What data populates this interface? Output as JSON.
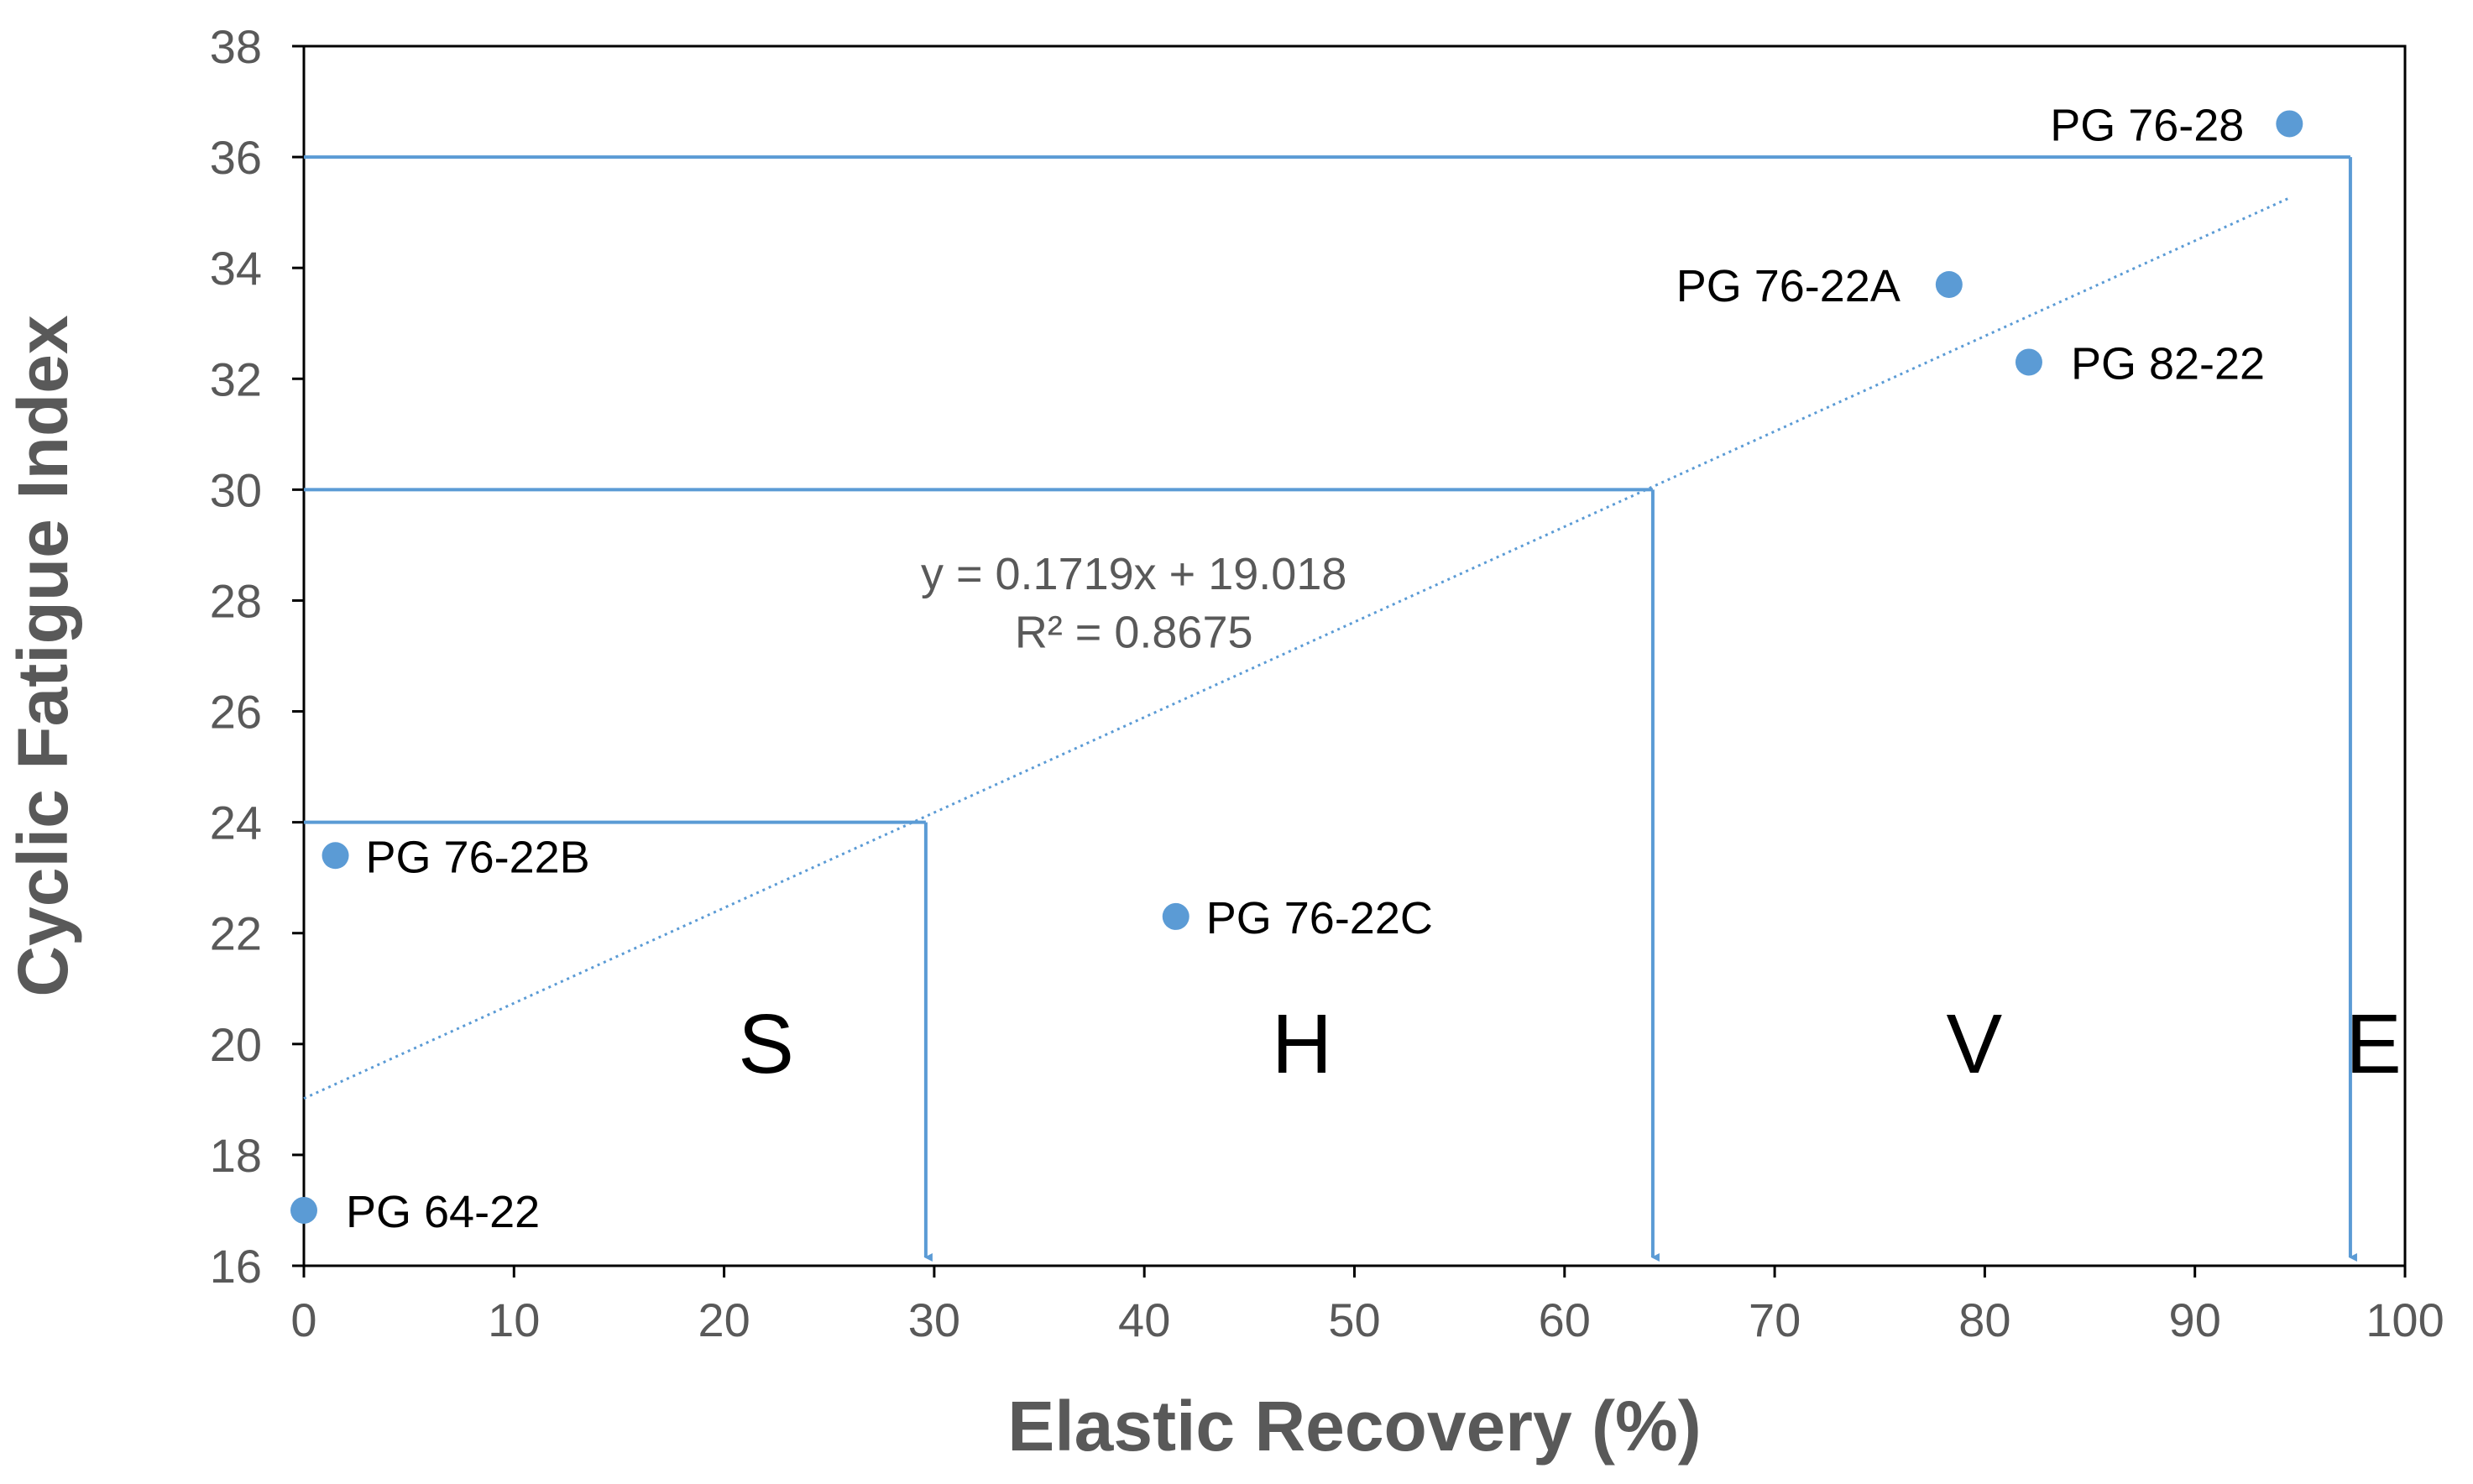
{
  "chart_data": {
    "type": "scatter",
    "xlabel": "Elastic Recovery (%)",
    "ylabel": "Cyclic Fatigue Index",
    "xlim": [
      0,
      100
    ],
    "ylim": [
      16,
      38
    ],
    "x_ticks": [
      0,
      10,
      20,
      30,
      40,
      50,
      60,
      70,
      80,
      90,
      100
    ],
    "y_ticks": [
      16,
      18,
      20,
      22,
      24,
      26,
      28,
      30,
      32,
      34,
      36,
      38
    ],
    "grid": false,
    "legend": "none",
    "marker_color": "#5B9BD5",
    "series": [
      {
        "points": [
          {
            "label": "PG 64-22",
            "x": 0,
            "y": 17.0
          },
          {
            "label": "PG 76-22B",
            "x": 1.5,
            "y": 23.4
          },
          {
            "label": "PG 76-22C",
            "x": 41.5,
            "y": 22.3
          },
          {
            "label": "PG 76-22A",
            "x": 78.3,
            "y": 33.7
          },
          {
            "label": "PG 82-22",
            "x": 82.1,
            "y": 32.3
          },
          {
            "label": "PG 76-28",
            "x": 94.5,
            "y": 36.6
          }
        ]
      }
    ],
    "trendline": {
      "slope": 0.1719,
      "intercept": 19.018,
      "x_range": [
        0,
        94.5
      ],
      "equation_text": "y = 0.1719x + 19.018",
      "r2_text": "R² = 0.8675"
    },
    "thresholds": [
      {
        "y": 24,
        "x": 29.6
      },
      {
        "y": 30,
        "x": 64.2
      },
      {
        "y": 36,
        "x": 97.4
      }
    ],
    "zones": [
      {
        "label": "S",
        "x_center": 22,
        "y": 20
      },
      {
        "label": "H",
        "x_center": 47.5,
        "y": 20
      },
      {
        "label": "V",
        "x_center": 79.5,
        "y": 20
      },
      {
        "label": "E",
        "x_center": 98.5,
        "y": 20
      }
    ]
  }
}
